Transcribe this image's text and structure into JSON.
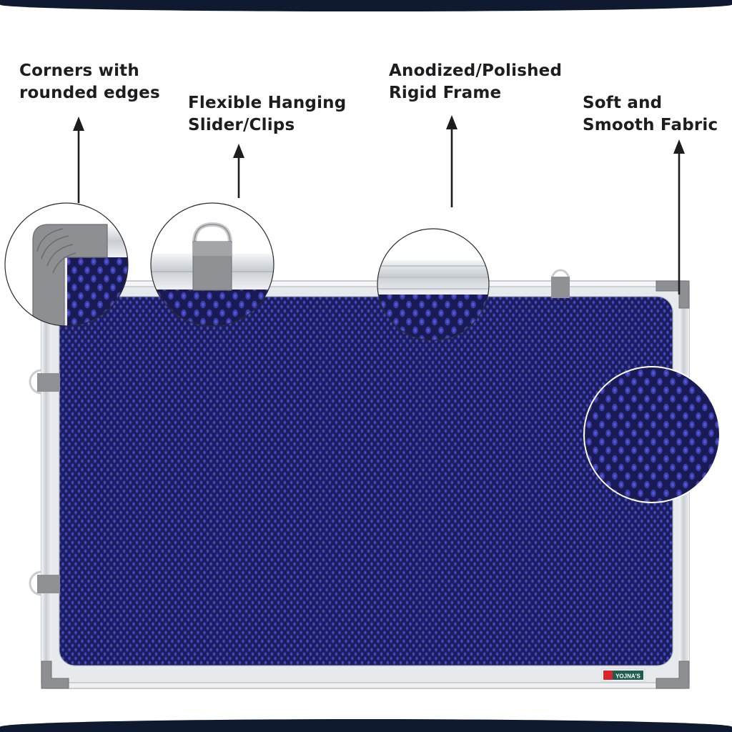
{
  "callouts": {
    "corners": {
      "line1": "Corners with",
      "line2": "rounded edges"
    },
    "clips": {
      "line1": "Flexible Hanging",
      "line2": "Slider/Clips"
    },
    "frame": {
      "line1": "Anodized/Polished",
      "line2": "Rigid Frame"
    },
    "fabric": {
      "line1": "Soft and",
      "line2": "Smooth Fabric"
    }
  },
  "brand": {
    "label": "YOJNA'S"
  },
  "colors": {
    "fabric_base": "#1c1d5c",
    "fabric_highlight": "#3b3fb5",
    "frame": "#d9dde1",
    "corner": "#8d8f93",
    "band": "#0f1a30",
    "label_text": "#1d1d1f"
  },
  "icons": [
    "arrow-up-icon",
    "hanging-clip-icon",
    "corner-cap-icon"
  ]
}
